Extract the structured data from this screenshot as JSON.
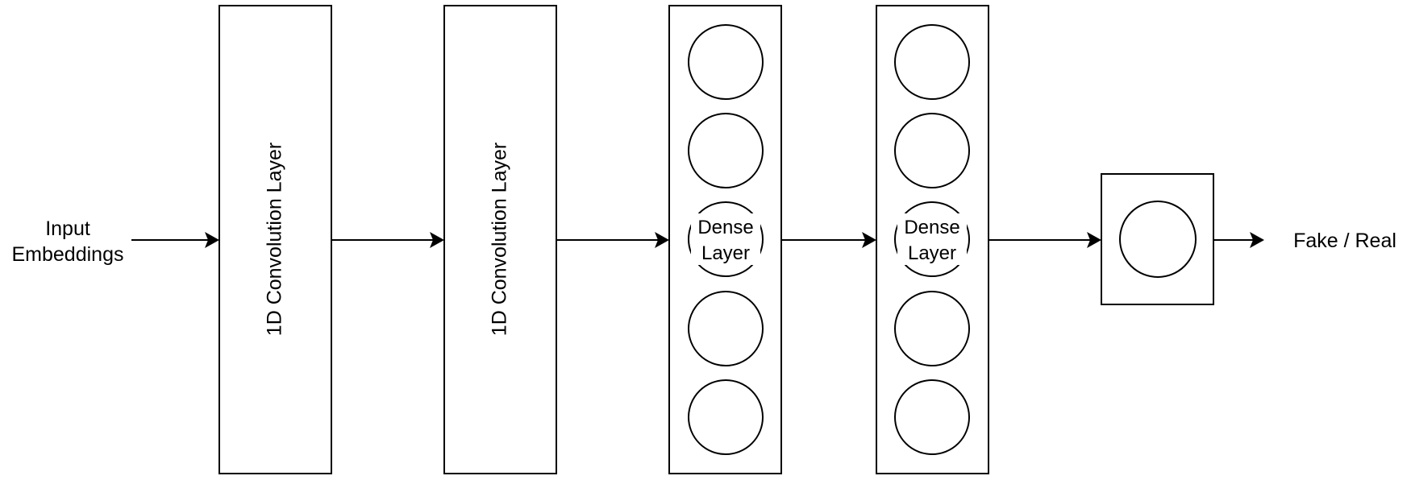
{
  "input_label": [
    "Input",
    "Embeddings"
  ],
  "conv_layers": [
    {
      "label": "1D Convolution Layer"
    },
    {
      "label": "1D Convolution Layer"
    }
  ],
  "dense_layers": [
    {
      "label": [
        "Dense",
        "Layer"
      ],
      "neuron_count": 5
    },
    {
      "label": [
        "Dense",
        "Layer"
      ],
      "neuron_count": 5
    }
  ],
  "output_layer": {
    "neuron_count": 1
  },
  "output_label": "Fake / Real",
  "colors": {
    "stroke": "#000000",
    "fill": "#ffffff",
    "text": "#000000"
  }
}
